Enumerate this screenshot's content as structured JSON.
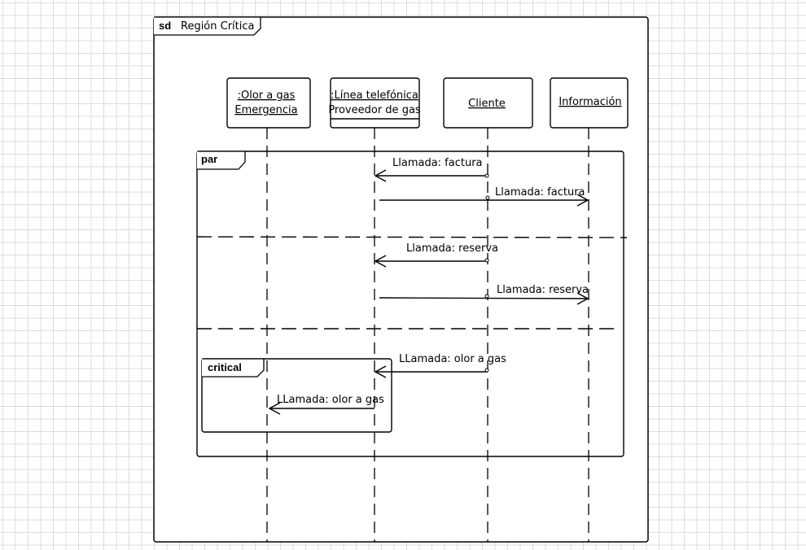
{
  "frame": {
    "keyword": "sd",
    "title": "Región Crítica"
  },
  "lifelines": [
    {
      "line1": ":Olor a gas",
      "line2": "Emergencia"
    },
    {
      "line1": ":Línea telefónica",
      "line2": "Proveedor de gas"
    },
    {
      "line1": "Cliente",
      "line2": ""
    },
    {
      "line1": "Información",
      "line2": ""
    }
  ],
  "fragments": {
    "par": "par",
    "critical": "critical"
  },
  "messages": [
    {
      "label": "Llamada: factura"
    },
    {
      "label": "Llamada: factura"
    },
    {
      "label": "Llamada: reserva"
    },
    {
      "label": "Llamada: reserva"
    },
    {
      "label": "LLamada: olor a gas"
    },
    {
      "label": "LLamada: olor a gas"
    }
  ]
}
